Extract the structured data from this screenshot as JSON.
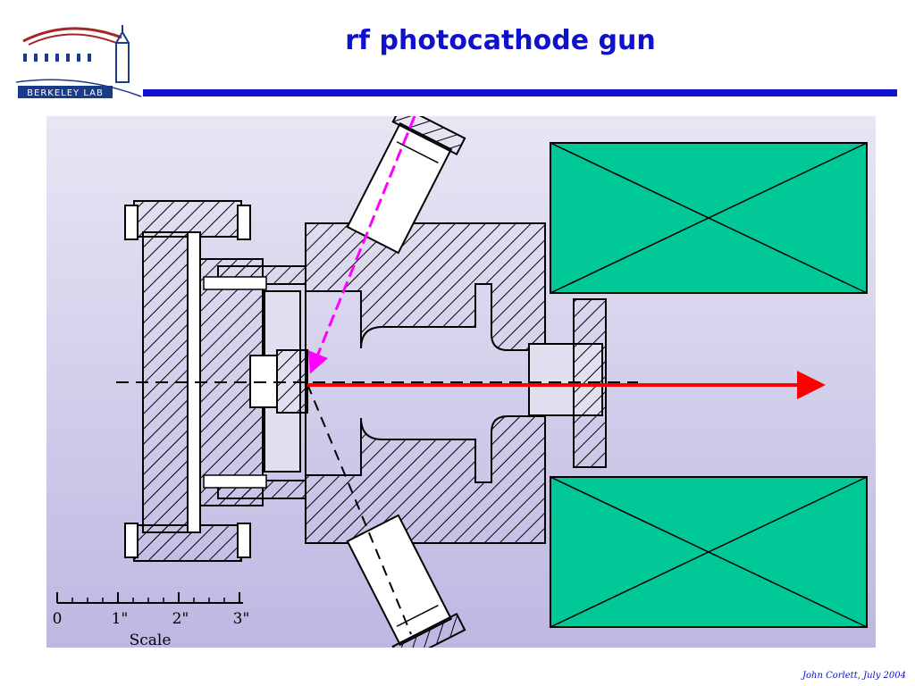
{
  "logo": {
    "text": "BERKELEY LAB",
    "icon": "berkeley-lab-logo"
  },
  "title": "rf photocathode gun",
  "scale": {
    "label": "Scale",
    "ticks": [
      "0",
      "1\"",
      "2\"",
      "3\""
    ]
  },
  "footer": "John Corlett,  July 2004",
  "colors": {
    "title": "#1010d0",
    "rule": "#1212d2",
    "laser": "#ff00ff",
    "beam": "#ff0000",
    "solenoid": "#00c896"
  }
}
